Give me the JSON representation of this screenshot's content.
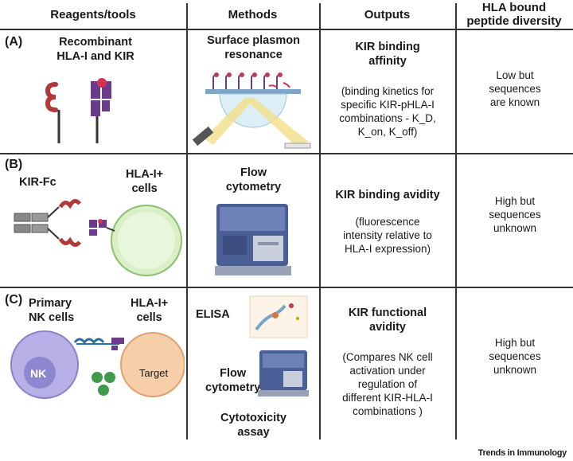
{
  "headers": [
    "Reagents/tools",
    "Methods",
    "Outputs",
    "HLA bound\npeptide diversity"
  ],
  "rows": [
    {
      "label": "(A)",
      "reagents": [
        "Recombinant",
        "HLA-I and KIR"
      ],
      "method": [
        "Surface plasmon",
        "resonance"
      ],
      "output_title": [
        "KIR binding",
        "affinity"
      ],
      "output_detail": [
        "(binding kinetics for",
        "specific KIR-pHLA-I",
        "combinations - K_D,",
        "K_on, K_off)"
      ],
      "diversity": [
        "Low but",
        "sequences",
        "are known"
      ]
    },
    {
      "label": "(B)",
      "reagent_left": "KIR-Fc",
      "reagent_right": [
        "HLA-I+",
        "cells"
      ],
      "method": [
        "Flow",
        "cytometry"
      ],
      "output_title": [
        "KIR binding avidity"
      ],
      "output_detail": [
        "(fluorescence",
        "intensity relative to",
        "HLA-I expression)"
      ],
      "diversity": [
        "High but",
        "sequences",
        "unknown"
      ]
    },
    {
      "label": "(C)",
      "reagent_left": [
        "Primary",
        "NK cells"
      ],
      "reagent_right": [
        "HLA-I+",
        "cells"
      ],
      "nk_label": "NK",
      "target_label": "Target",
      "methods": {
        "elisa": "ELISA",
        "flow": [
          "Flow",
          "cytometry"
        ],
        "cytotox": [
          "Cytotoxicity",
          "assay"
        ]
      },
      "output_title": [
        "KIR functional",
        "avidity"
      ],
      "output_detail": [
        "(Compares NK cell",
        "activation under",
        "regulation of",
        "different KIR-HLA-I",
        "combinations  )"
      ],
      "diversity": [
        "High but",
        "sequences",
        "unknown"
      ]
    }
  ],
  "footer": "Trends in Immunology",
  "colors": {
    "kir_red": "#b03a3a",
    "hla_purple": "#6b3a8a",
    "cell_green": "#d8efc8",
    "nk_purple": "#b7b0e6",
    "target_orange": "#f6cfa8",
    "instrument_blue": "#4a5f95",
    "beam_yellow": "#f1e08a"
  }
}
